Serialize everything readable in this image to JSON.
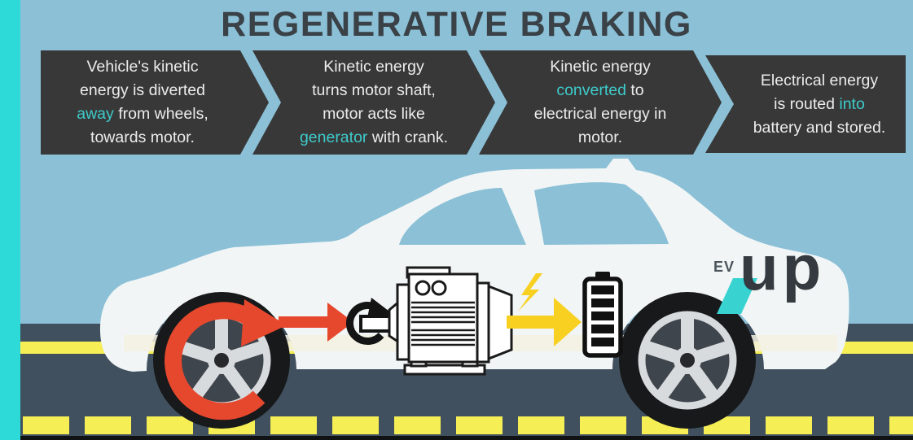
{
  "title": "REGENERATIVE BRAKING",
  "steps": [
    {
      "lines": [
        [
          {
            "t": "Vehicle's kinetic"
          }
        ],
        [
          {
            "t": "energy is diverted"
          }
        ],
        [
          {
            "t": "away",
            "hl": true
          },
          {
            "t": " from wheels,"
          }
        ],
        [
          {
            "t": "towards motor."
          }
        ]
      ]
    },
    {
      "lines": [
        [
          {
            "t": "Kinetic energy"
          }
        ],
        [
          {
            "t": "turns motor shaft,"
          }
        ],
        [
          {
            "t": "motor acts like"
          }
        ],
        [
          {
            "t": "generator",
            "hl": true
          },
          {
            "t": " with crank."
          }
        ]
      ]
    },
    {
      "lines": [
        [
          {
            "t": "Kinetic energy"
          }
        ],
        [
          {
            "t": "converted",
            "hl": true
          },
          {
            "t": " to"
          }
        ],
        [
          {
            "t": "electrical energy in"
          }
        ],
        [
          {
            "t": "motor."
          }
        ]
      ]
    },
    {
      "lines": [
        [
          {
            "t": "Electrical energy"
          }
        ],
        [
          {
            "t": "is routed "
          },
          {
            "t": "into",
            "hl": true
          }
        ],
        [
          {
            "t": "battery and stored."
          }
        ]
      ]
    }
  ],
  "logo": {
    "ev": "EV",
    "up": "up"
  },
  "road": {
    "dash_count": 15
  },
  "scene": {
    "icons": [
      "brake-disc-arrow-icon",
      "kinetic-arrow-icon",
      "crank-icon",
      "motor-icon",
      "lightning-icon",
      "energy-arrow-icon",
      "battery-icon",
      "front-wheel",
      "rear-wheel",
      "car-silhouette"
    ]
  },
  "colors": {
    "sky": "#8bc0d6",
    "road": "#41505e",
    "teal_stripe": "#2edad8",
    "lane_yellow": "#f5ee55",
    "box_bg": "#383838",
    "box_text": "#ececec",
    "highlight_teal": "#3fcbcb",
    "title_text": "#3a4147",
    "car_body": "#f1f5f6",
    "car_stripe": "#f4f1e2",
    "brake_red": "#e6482e",
    "energy_yellow": "#f8d021",
    "ink": "#16181a",
    "rim_silver": "#d8dbde",
    "logo_dark": "#343a3f",
    "logo_ev": "#4c545b",
    "logo_slash": "#38d3d1"
  }
}
